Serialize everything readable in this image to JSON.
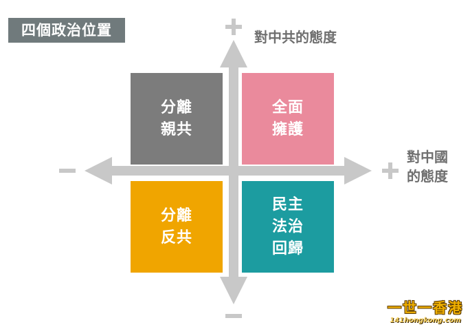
{
  "title": "四個政治位置",
  "y_axis": {
    "label": "對中共的態度",
    "positive_sign": "+",
    "negative_sign": "−"
  },
  "x_axis": {
    "label_lines": [
      "對中國",
      "的態度"
    ],
    "positive_sign": "+",
    "negative_sign": "−"
  },
  "quadrants": {
    "top_left": {
      "lines": [
        "分離",
        "親共"
      ],
      "color": "#7c7c7c"
    },
    "top_right": {
      "lines": [
        "全面",
        "擁護"
      ],
      "color": "#ea8a9c"
    },
    "bottom_left": {
      "lines": [
        "分離",
        "反共"
      ],
      "color": "#f0a500"
    },
    "bottom_right": {
      "lines": [
        "民主",
        "法治",
        "回歸"
      ],
      "color": "#1c9ca0"
    }
  },
  "axis_color": "#c8c8c8",
  "watermark": {
    "main": "一世一香港",
    "url": "141hongkong.com"
  }
}
